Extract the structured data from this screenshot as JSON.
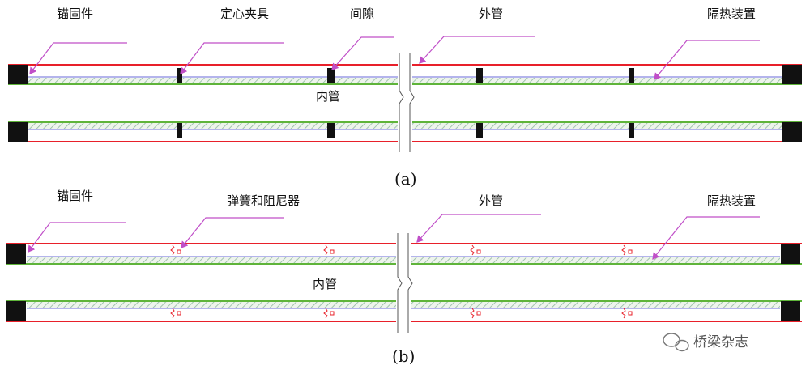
{
  "figure_a": {
    "caption": "(a)",
    "labels": {
      "anchor": "锚固件",
      "centering_clamp": "定心夹具",
      "gap": "间隙",
      "outer_pipe": "外管",
      "insulation": "隔热装置",
      "inner_pipe": "内管"
    }
  },
  "figure_b": {
    "caption": "(b)",
    "labels": {
      "anchor": "锚固件",
      "spring_damper": "弹簧和阻尼器",
      "outer_pipe": "外管",
      "insulation": "隔热装置",
      "inner_pipe": "内管"
    }
  },
  "watermark": "桥梁杂志",
  "colors": {
    "outer_pipe": "#e8202a",
    "inner_pipe": "#5fb43a",
    "insulation_hatch": "#8fb8a0",
    "leader": "#c04fc8",
    "gap_line": "#6a6ad8",
    "block": "#111111"
  }
}
